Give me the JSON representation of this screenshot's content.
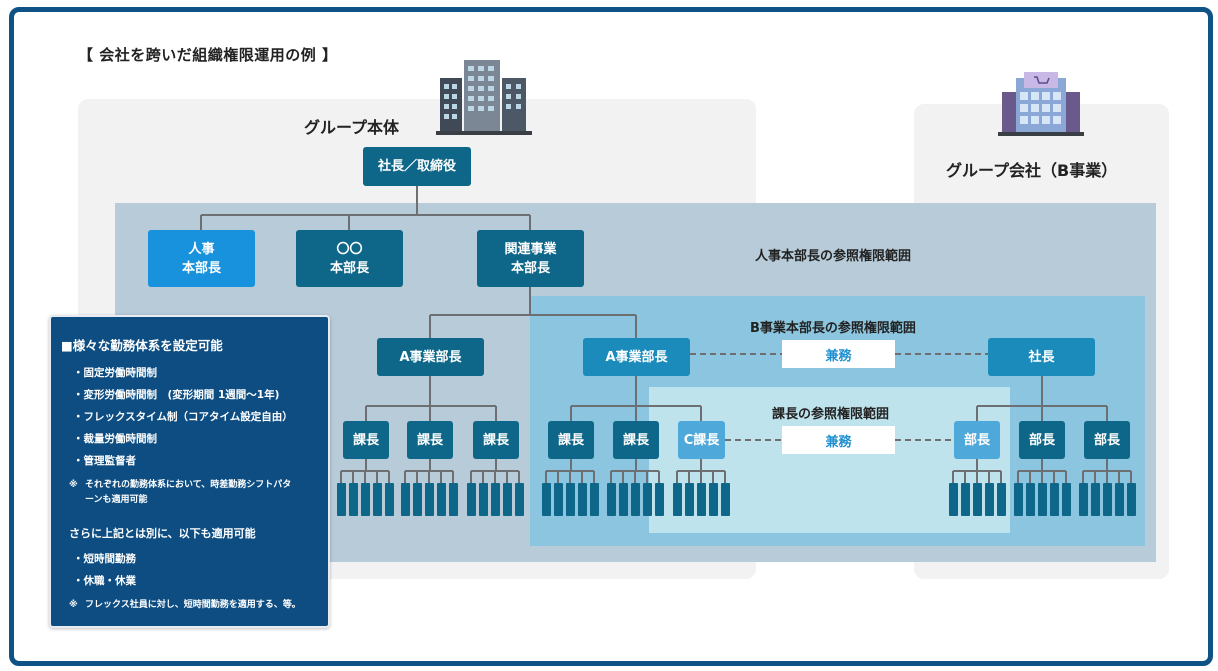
{
  "title": "【 会社を跨いだ組織権限運用の例 】",
  "headings": {
    "group_main": "グループ本体",
    "group_company": "グループ会社（B事業）"
  },
  "regions": {
    "hr_scope": "人事本部長の参照権限範囲",
    "b_scope": "B事業本部長の参照権限範囲",
    "kacho_scope": "課長の参照権限範囲"
  },
  "nodes": {
    "president": "社長／取締役",
    "hr_head": [
      "人事",
      "本部長"
    ],
    "oo_head": [
      "〇〇",
      "本部長"
    ],
    "related_head": [
      "関連事業",
      "本部長"
    ],
    "a_manager_left": "A事業部長",
    "a_manager_right": "A事業部長",
    "sub_president": "社長",
    "kacho": "課長",
    "c_kacho": "C課長",
    "bucho": "部長",
    "kenmu": "兼務"
  },
  "side_panel": {
    "heading": "■様々な勤務体系を設定可能",
    "items": [
      "・固定労働時間制",
      "・変形労働時間制　(変形期間 1週間〜1年)",
      "・フレックスタイム制（コアタイム設定自由）",
      "・裁量労働時間制",
      "・管理監督者"
    ],
    "note1_mark": "※",
    "note1": "それぞれの勤務体系において、時差勤務シフトパターンも適用可能",
    "sub_heading": "さらに上記とは別に、以下も適用可能",
    "items2": [
      "・短時間勤務",
      "・休職・休業"
    ],
    "note2_mark": "※",
    "note2": "フレックス社員に対し、短時間勤務を適用する、等。"
  },
  "icons": [
    "office-building-icon",
    "shopping-mall-icon"
  ],
  "colors": {
    "frame": "#0f5285",
    "dark_node": "#0e6788",
    "mid_node": "#1b8bbb",
    "bright_node": "#1892dc",
    "light_node": "#4ea8d9",
    "hr_region": "#b7cbd8",
    "b_region": "#8bc5df",
    "kacho_region": "#bfe3ec",
    "side_panel": "#0d4d82",
    "kenmu_text": "#1e8fd1"
  }
}
